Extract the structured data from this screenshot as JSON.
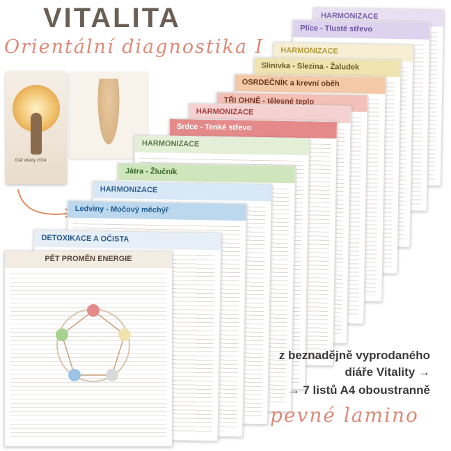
{
  "brand": "VITALITA",
  "subtitle": "Orientální diagnostika I",
  "diary_cover_text": "Diář vitality 2024",
  "sheets": [
    {
      "title": "HARMONIZACE",
      "color": "#7a5fa8",
      "bg": "#e8e0f2"
    },
    {
      "title": "Plíce - Tlusté střevo",
      "color": "#6b52a3",
      "bg": "#ddd3ee"
    },
    {
      "title": "HARMONIZACE",
      "color": "#b49a3c",
      "bg": "#f7efd4"
    },
    {
      "title": "Slinivka - Slezina - Žaludek",
      "color": "#6b5a2a",
      "bg": "#efe3b0"
    },
    {
      "title": "OSRDEČNÍK a krevní oběh",
      "color": "#6b3a20",
      "bg": "#f3c9a8"
    },
    {
      "title": "TŘI OHNĚ - tělesné teplo",
      "color": "#7a3a2a",
      "bg": "#f2c0b6"
    },
    {
      "title": "HARMONIZACE",
      "color": "#a33a3a",
      "bg": "#f6d1d1"
    },
    {
      "title": "Srdce - Tenké střevo",
      "color": "#ffffff",
      "bg": "#e58a8a"
    },
    {
      "title": "HARMONIZACE",
      "color": "#5a7a4a",
      "bg": "#e4efd7"
    },
    {
      "title": "Játra - Žlučník",
      "color": "#3a6a2a",
      "bg": "#cfe6bc"
    },
    {
      "title": "HARMONIZACE",
      "color": "#2f5f8f",
      "bg": "#d8e8f6"
    },
    {
      "title": "Ledviny - Močový měchýř",
      "color": "#1f5a8f",
      "bg": "#bcd8ef"
    },
    {
      "title": "DETOXIKACE A OČISTA",
      "color": "#2a5a8a",
      "bg": "#e6eef7"
    },
    {
      "title": "PĚT PROMĚN ENERGIE",
      "color": "#5a4a3a",
      "bg": "#f3ece2"
    }
  ],
  "caption_line1": "z beznadějně vyprodaného",
  "caption_line2": "diáře Vitality →",
  "caption_line3": "→ 7 listů A4 oboustranně",
  "footer_script": "pevné lamino"
}
